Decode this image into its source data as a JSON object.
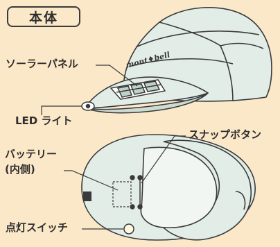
{
  "title": "本体",
  "labels": {
    "solar_panel": "ソーラーパネル",
    "led_light": "LED ライト",
    "snap_button": "スナップボタン",
    "battery_line1": "バッテリー",
    "battery_line2": "(内側)",
    "switch": "点灯スイッチ"
  },
  "brand_logo": "mont♦bell",
  "colors": {
    "background": "#fbe8c8",
    "cap_fill": "#e2ede7",
    "line": "#3a3a3a"
  }
}
